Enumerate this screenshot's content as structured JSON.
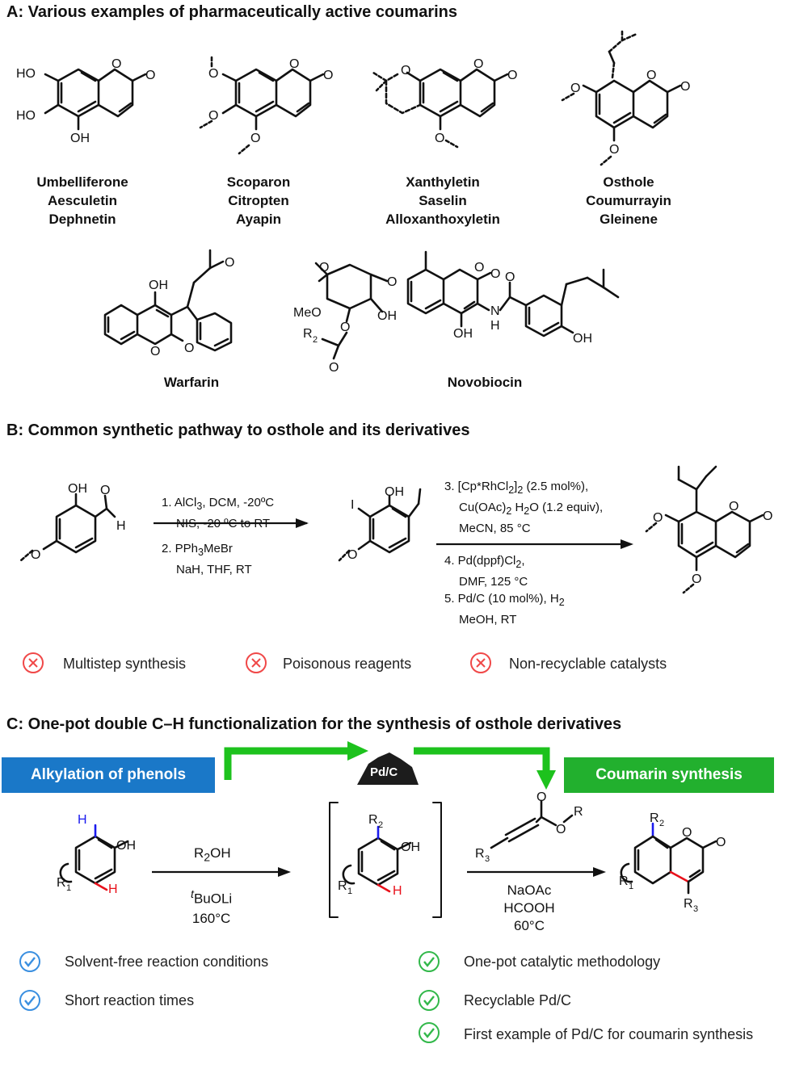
{
  "sectionA": {
    "title": "A: Various examples of pharmaceutically active coumarins",
    "compounds": [
      {
        "names": [
          "Umbelliferone",
          "Aesculetin",
          "Dephnetin"
        ]
      },
      {
        "names": [
          "Scoparon",
          "Citropten",
          "Ayapin"
        ]
      },
      {
        "names": [
          "Xanthyletin",
          "Saselin",
          "Alloxanthoxyletin"
        ]
      },
      {
        "names": [
          "Osthole",
          "Coumurrayin",
          "Gleinene"
        ]
      },
      {
        "names": [
          "Warfarin"
        ]
      },
      {
        "names": [
          "Novobiocin"
        ]
      }
    ],
    "atom_labels": {
      "ho": "HO",
      "oh": "OH",
      "o": "O",
      "meo": "MeO",
      "nh": "N",
      "h": "H",
      "r2": "R",
      "sub2": "2"
    }
  },
  "sectionB": {
    "title": "B: Common synthetic pathway to osthole and its derivatives",
    "step1": {
      "lines": [
        "1. AlCl",
        "3",
        ", DCM, -20ºC",
        "NIS, -20 ºC to RT",
        "2. PPh",
        "3",
        "MeBr",
        "NaH, THF, RT"
      ]
    },
    "step2": {
      "l1a": "3. [Cp*RhCl",
      "l1b": "2",
      "l1c": "]",
      "l1d": "2",
      "l1e": " (2.5 mol%),",
      "l2a": "Cu(OAc)",
      "l2b": "2",
      "l2c": " H",
      "l2d": "2",
      "l2e": "O (1.2 equiv),",
      "l3": "MeCN, 85 °C",
      "l4": "4. Pd(dppf)Cl",
      "l4b": "2",
      "l4c": ",",
      "l5": "DMF, 125 °C",
      "l6a": "5. Pd/C (10 mol%), H",
      "l6b": "2",
      "l7": "MeOH, RT"
    },
    "drawbacks": [
      "Multistep synthesis",
      "Poisonous reagents",
      "Non-recyclable catalysts"
    ],
    "colors": {
      "cross": "#f04848"
    }
  },
  "sectionC": {
    "title": "C: One-pot double C–H functionalization for the synthesis of osthole derivatives",
    "banner_left": "Alkylation of phenols",
    "banner_right": "Coumarin synthesis",
    "catalyst": "Pd/C",
    "step1": {
      "reagent_a": "R",
      "reagent_b": "2",
      "reagent_c": "OH",
      "base_a": "t",
      "base_b": "BuOLi",
      "temp": "160°C"
    },
    "step2": {
      "l1": "NaOAc",
      "l2": "HCOOH",
      "l3": "60°C"
    },
    "labels": {
      "r": "R",
      "r1": "1",
      "r2": "2",
      "r3": "3",
      "h": "H",
      "oh": "OH",
      "o": "O"
    },
    "advantages_left": [
      "Solvent-free reaction conditions",
      "Short reaction times"
    ],
    "advantages_right": [
      "One-pot catalytic methodology",
      "Recyclable Pd/C",
      "First example of Pd/C for coumarin synthesis"
    ],
    "colors": {
      "blue": "#1a78c8",
      "green": "#22b02e",
      "check_blue": "#3a8fe0",
      "check_green": "#32b84a",
      "arrow_green": "#1dc21d",
      "h_blue": "#1a1aee",
      "h_red": "#e8101a"
    }
  }
}
